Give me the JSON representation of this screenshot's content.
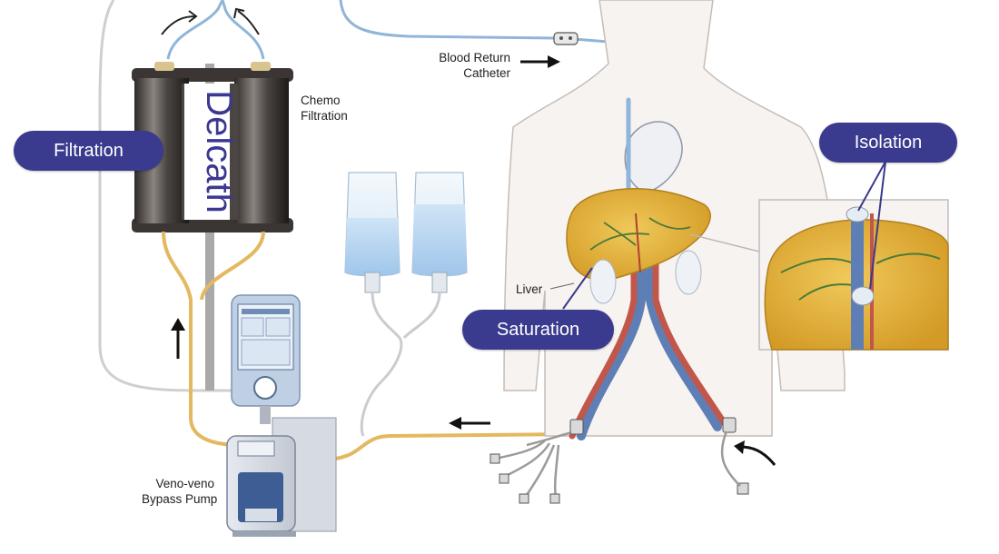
{
  "brand": {
    "logo_text": "Delcath"
  },
  "pills": {
    "filtration": "Filtration",
    "isolation": "Isolation",
    "saturation": "Saturation"
  },
  "labels": {
    "chemo_filtration": [
      "Chemo",
      "Filtration"
    ],
    "blood_return": [
      "Blood Return",
      "Catheter"
    ],
    "liver": "Liver",
    "pump": [
      "Veno-veno",
      "Bypass Pump"
    ]
  },
  "colors": {
    "pill_bg": "#3a3a8e",
    "tube_yellow": "#e3b860",
    "tube_blue": "#8fb5d8",
    "liver": "#d9a531",
    "vein_blue": "#5e7fb5",
    "artery_red": "#c1574b"
  }
}
